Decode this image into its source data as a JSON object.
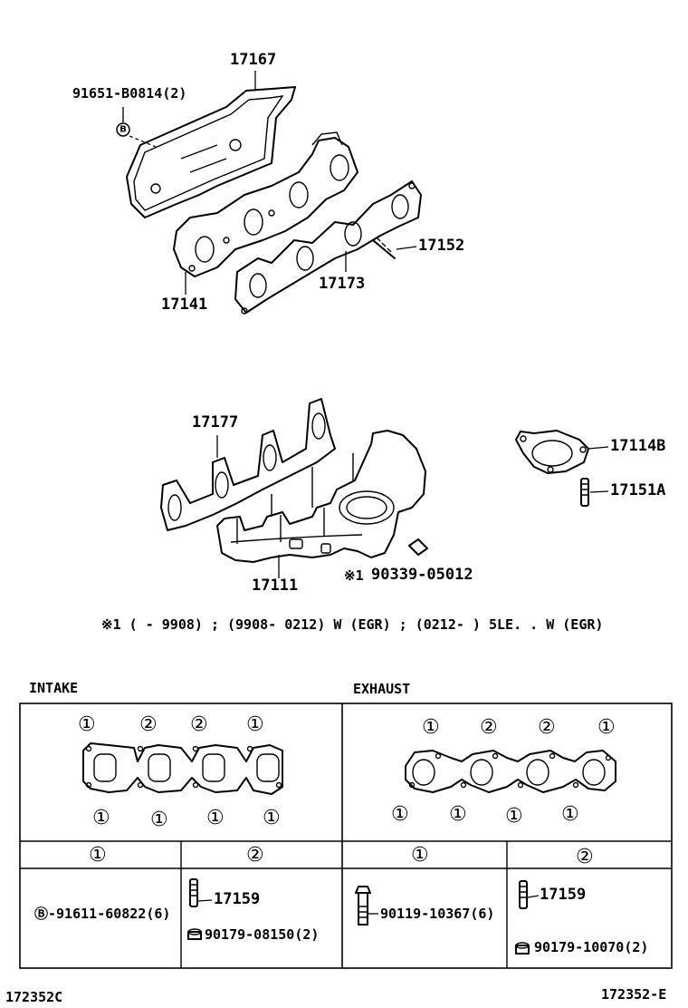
{
  "parts": {
    "heat_insulator": "17167",
    "bolt_b": "91651-B0814(2)",
    "exhaust_manifold": "17141",
    "exhaust_gasket": "17173",
    "exhaust_stud": "17152",
    "intake_gasket": "17177",
    "egr_gasket": "17114B",
    "egr_stud": "17151A",
    "intake_manifold": "17111",
    "plug": "90339-05012",
    "plug_mark": "※1"
  },
  "footnote": "※1 (      - 9908) ; (9908- 0212) W (EGR) ; (0212-          ) 5LE. . W (EGR)",
  "table": {
    "intake_title": "INTAKE",
    "exhaust_title": "EXHAUST",
    "intake_top_marks": [
      "①",
      "②",
      "②",
      "①"
    ],
    "intake_bottom_marks": [
      "①",
      "①",
      "①",
      "①"
    ],
    "exhaust_top_marks": [
      "①",
      "②",
      "②",
      "①"
    ],
    "exhaust_bottom_marks": [
      "①",
      "①",
      "①",
      "①"
    ],
    "col_heads": [
      "①",
      "②",
      "①",
      "②"
    ],
    "intake_1_part": "Ⓑ-91611-60822(6)",
    "intake_2_stud": "17159",
    "intake_2_nut": "90179-08150(2)",
    "exhaust_1_part": "90119-10367(6)",
    "exhaust_2_stud": "17159",
    "exhaust_2_nut": "90179-10070(2)"
  },
  "ref_left": "172352C",
  "ref_right": "172352-E"
}
